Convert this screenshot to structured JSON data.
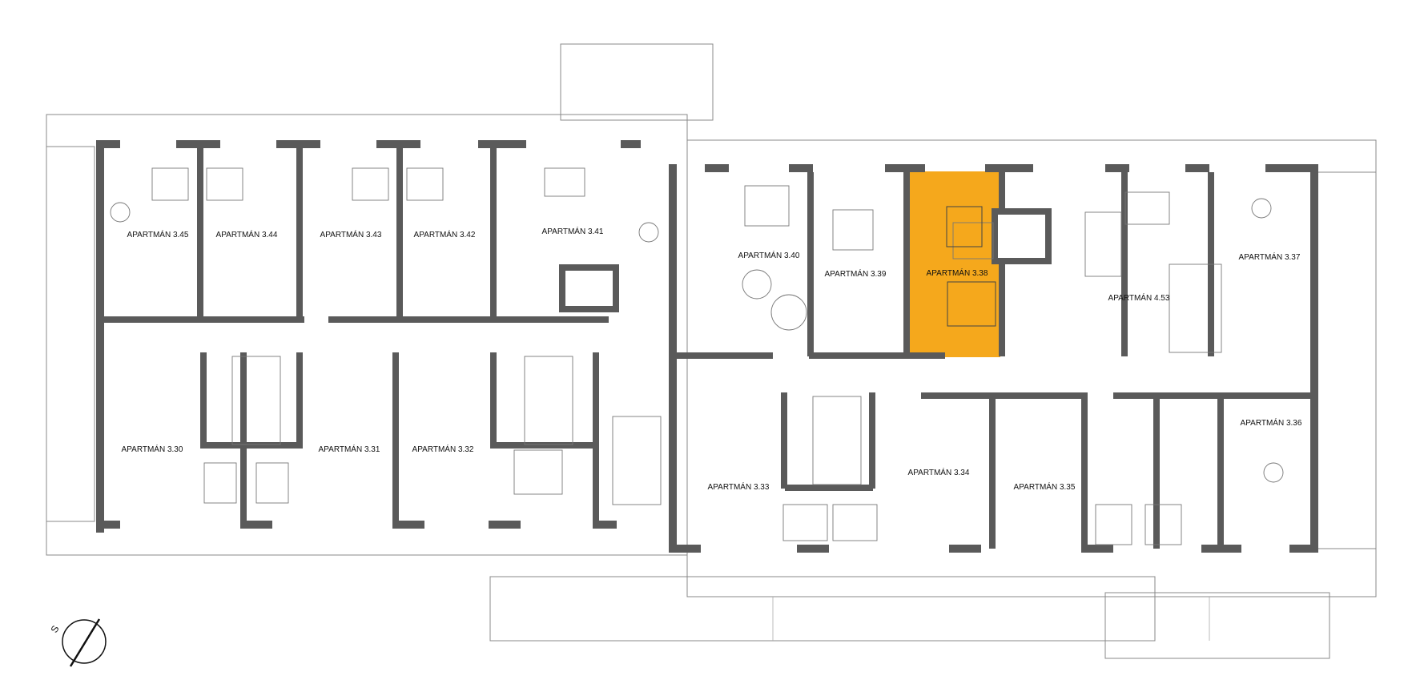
{
  "plan": {
    "highlight_color": "#f5a81c",
    "wall_color": "#5a5a5a",
    "highlighted_unit": "APARTMÁN 3.38",
    "north_label": "S",
    "rooms": [
      {
        "id": "3.45",
        "label": "APARTMÁN 3.45"
      },
      {
        "id": "3.44",
        "label": "APARTMÁN 3.44"
      },
      {
        "id": "3.43",
        "label": "APARTMÁN 3.43"
      },
      {
        "id": "3.42",
        "label": "APARTMÁN 3.42"
      },
      {
        "id": "3.41",
        "label": "APARTMÁN 3.41"
      },
      {
        "id": "3.40",
        "label": "APARTMÁN 3.40"
      },
      {
        "id": "3.39",
        "label": "APARTMÁN 3.39"
      },
      {
        "id": "3.38",
        "label": "APARTMÁN 3.38"
      },
      {
        "id": "4.53",
        "label": "APARTMÁN 4.53"
      },
      {
        "id": "3.37",
        "label": "APARTMÁN 3.37"
      },
      {
        "id": "3.30",
        "label": "APARTMÁN 3.30"
      },
      {
        "id": "3.31",
        "label": "APARTMÁN 3.31"
      },
      {
        "id": "3.32",
        "label": "APARTMÁN 3.32"
      },
      {
        "id": "3.33",
        "label": "APARTMÁN 3.33"
      },
      {
        "id": "3.34",
        "label": "APARTMÁN 3.34"
      },
      {
        "id": "3.35",
        "label": "APARTMÁN 3.35"
      },
      {
        "id": "3.36",
        "label": "APARTMÁN 3.36"
      }
    ]
  }
}
